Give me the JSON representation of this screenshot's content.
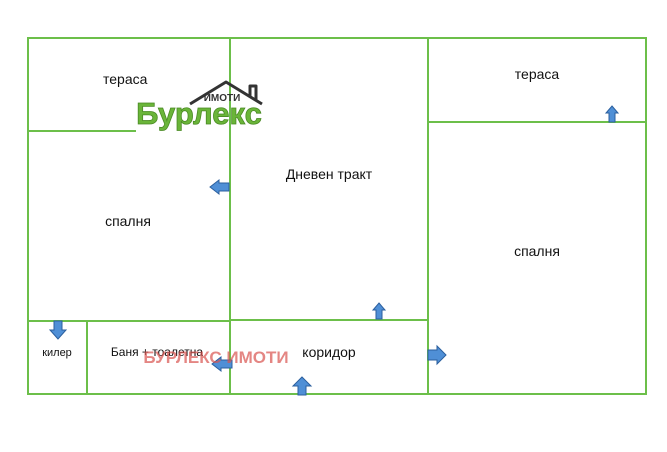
{
  "colors": {
    "wall": "#6cbf4a",
    "arrow_fill": "#4f8fd6",
    "arrow_stroke": "#2b5f9e",
    "logo_green": "#6ab539",
    "logo_roof": "#333333",
    "watermark": "#d9534f"
  },
  "rooms": {
    "terrace_left": "тераса",
    "terrace_right": "тераса",
    "living": "Дневен тракт",
    "bedroom_left": "спалня",
    "bedroom_right": "спалня",
    "storage": "килер",
    "bathroom": "Баня + тоалетна",
    "corridor": "коридор"
  },
  "logo": {
    "brand": "Бурлекс",
    "tagline": "ИМОТИ"
  },
  "watermark": "БУРЛЕКС ИМОТИ",
  "icons": {
    "doors": "door-arrow-icon",
    "logo_roof": "house-roof-icon"
  }
}
